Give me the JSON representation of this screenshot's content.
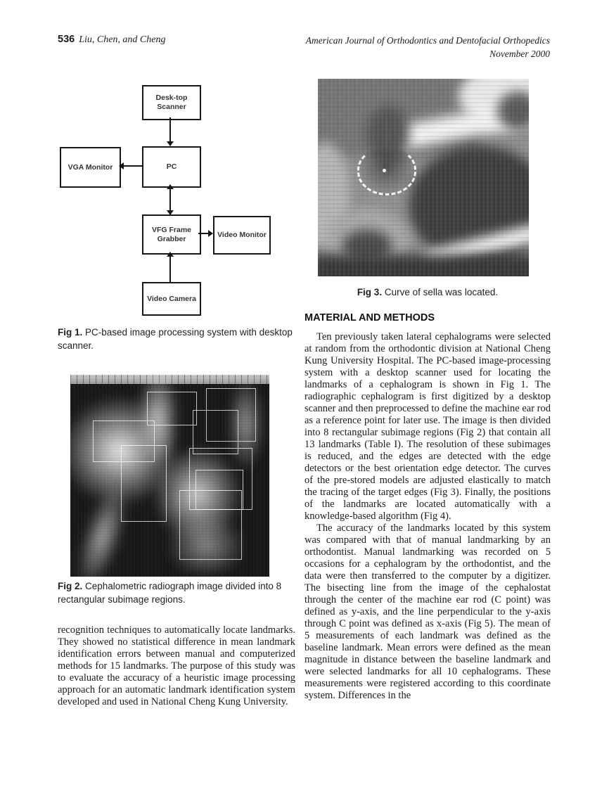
{
  "colors": {
    "page_bg": "#ffffff",
    "text": "#1b1b1b",
    "figure_bg_dark": "#171717",
    "overlay_rect": "#ffffff"
  },
  "header": {
    "page_number": "536",
    "authors": "Liu, Chen, and Cheng",
    "journal_line1": "American Journal of Orthodontics and Dentofacial Orthopedics",
    "journal_line2": "November 2000"
  },
  "fig1": {
    "boxes": {
      "scanner": "Desk-top\nScanner",
      "pc": "PC",
      "vga_monitor": "VGA Monitor",
      "vfg": "VFG Frame\nGrabber",
      "video_monitor": "Video Monitor",
      "video_camera": "Video Camera"
    },
    "caption_label": "Fig 1.",
    "caption_text": " PC-based image processing system with desktop scanner."
  },
  "fig2": {
    "caption_label": "Fig 2.",
    "caption_text": " Cephalometric radiograph image divided into 8 rectangular subimage regions."
  },
  "fig3": {
    "caption_label": "Fig 3.",
    "caption_text": " Curve of sella was located."
  },
  "left_column": {
    "paragraph": "recognition techniques to automatically locate landmarks. They showed no statistical difference in mean landmark identification errors between manual and computerized methods for 15 landmarks. The purpose of this study was to evaluate the accuracy of a heuristic image processing approach for an automatic landmark identification system developed and used in National Cheng Kung University."
  },
  "right_column": {
    "section_heading": "MATERIAL AND METHODS",
    "paragraph1": "Ten previously taken lateral cephalograms were selected at random from the orthodontic division at National Cheng Kung University Hospital. The PC-based image-processing system with a desktop scanner used for locating the landmarks of a cephalogram is shown in Fig 1. The radiographic cephalogram is first digitized by a desktop scanner and then preprocessed to define the machine ear rod as a reference point for later use. The image is then divided into 8 rectangular subimage regions (Fig 2) that contain all 13 landmarks (Table I). The resolution of these subimages is reduced, and the edges are detected with the edge detectors or the best orientation edge detector. The curves of the pre-stored models are adjusted elastically to match the tracing of the target edges (Fig 3). Finally, the positions of the landmarks are located automatically with a knowledge-based algorithm (Fig 4).",
    "paragraph2": "The accuracy of the landmarks located by this system was compared with that of manual landmarking by an orthodontist. Manual landmarking was recorded on 5 occasions for a cephalogram by the orthodontist, and the data were then transferred to the computer by a digitizer. The bisecting line from the image of the cephalostat through the center of the machine ear rod (C point) was defined as y-axis, and the line perpendicular to the y-axis through C point was defined as x-axis (Fig 5). The mean of 5 measurements of each landmark was defined as the baseline landmark. Mean errors were defined as the mean magnitude in distance between the baseline landmark and were selected landmarks for all 10 cephalograms. These measurements were registered according to this coordinate system. Differences in the"
  }
}
